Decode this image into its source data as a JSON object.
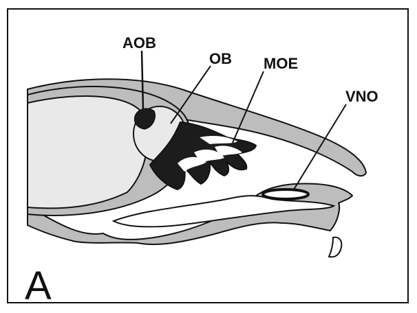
{
  "figure": {
    "panel_letter": "A",
    "labels": {
      "aob": "AOB",
      "ob": "OB",
      "moe": "MOE",
      "vno": "VNO"
    }
  },
  "colors": {
    "tissue_gray": "#bdbdbd",
    "brain_light": "#e9e9e9",
    "epithelium_dark": "#1c1c1c",
    "outline": "#111111"
  }
}
